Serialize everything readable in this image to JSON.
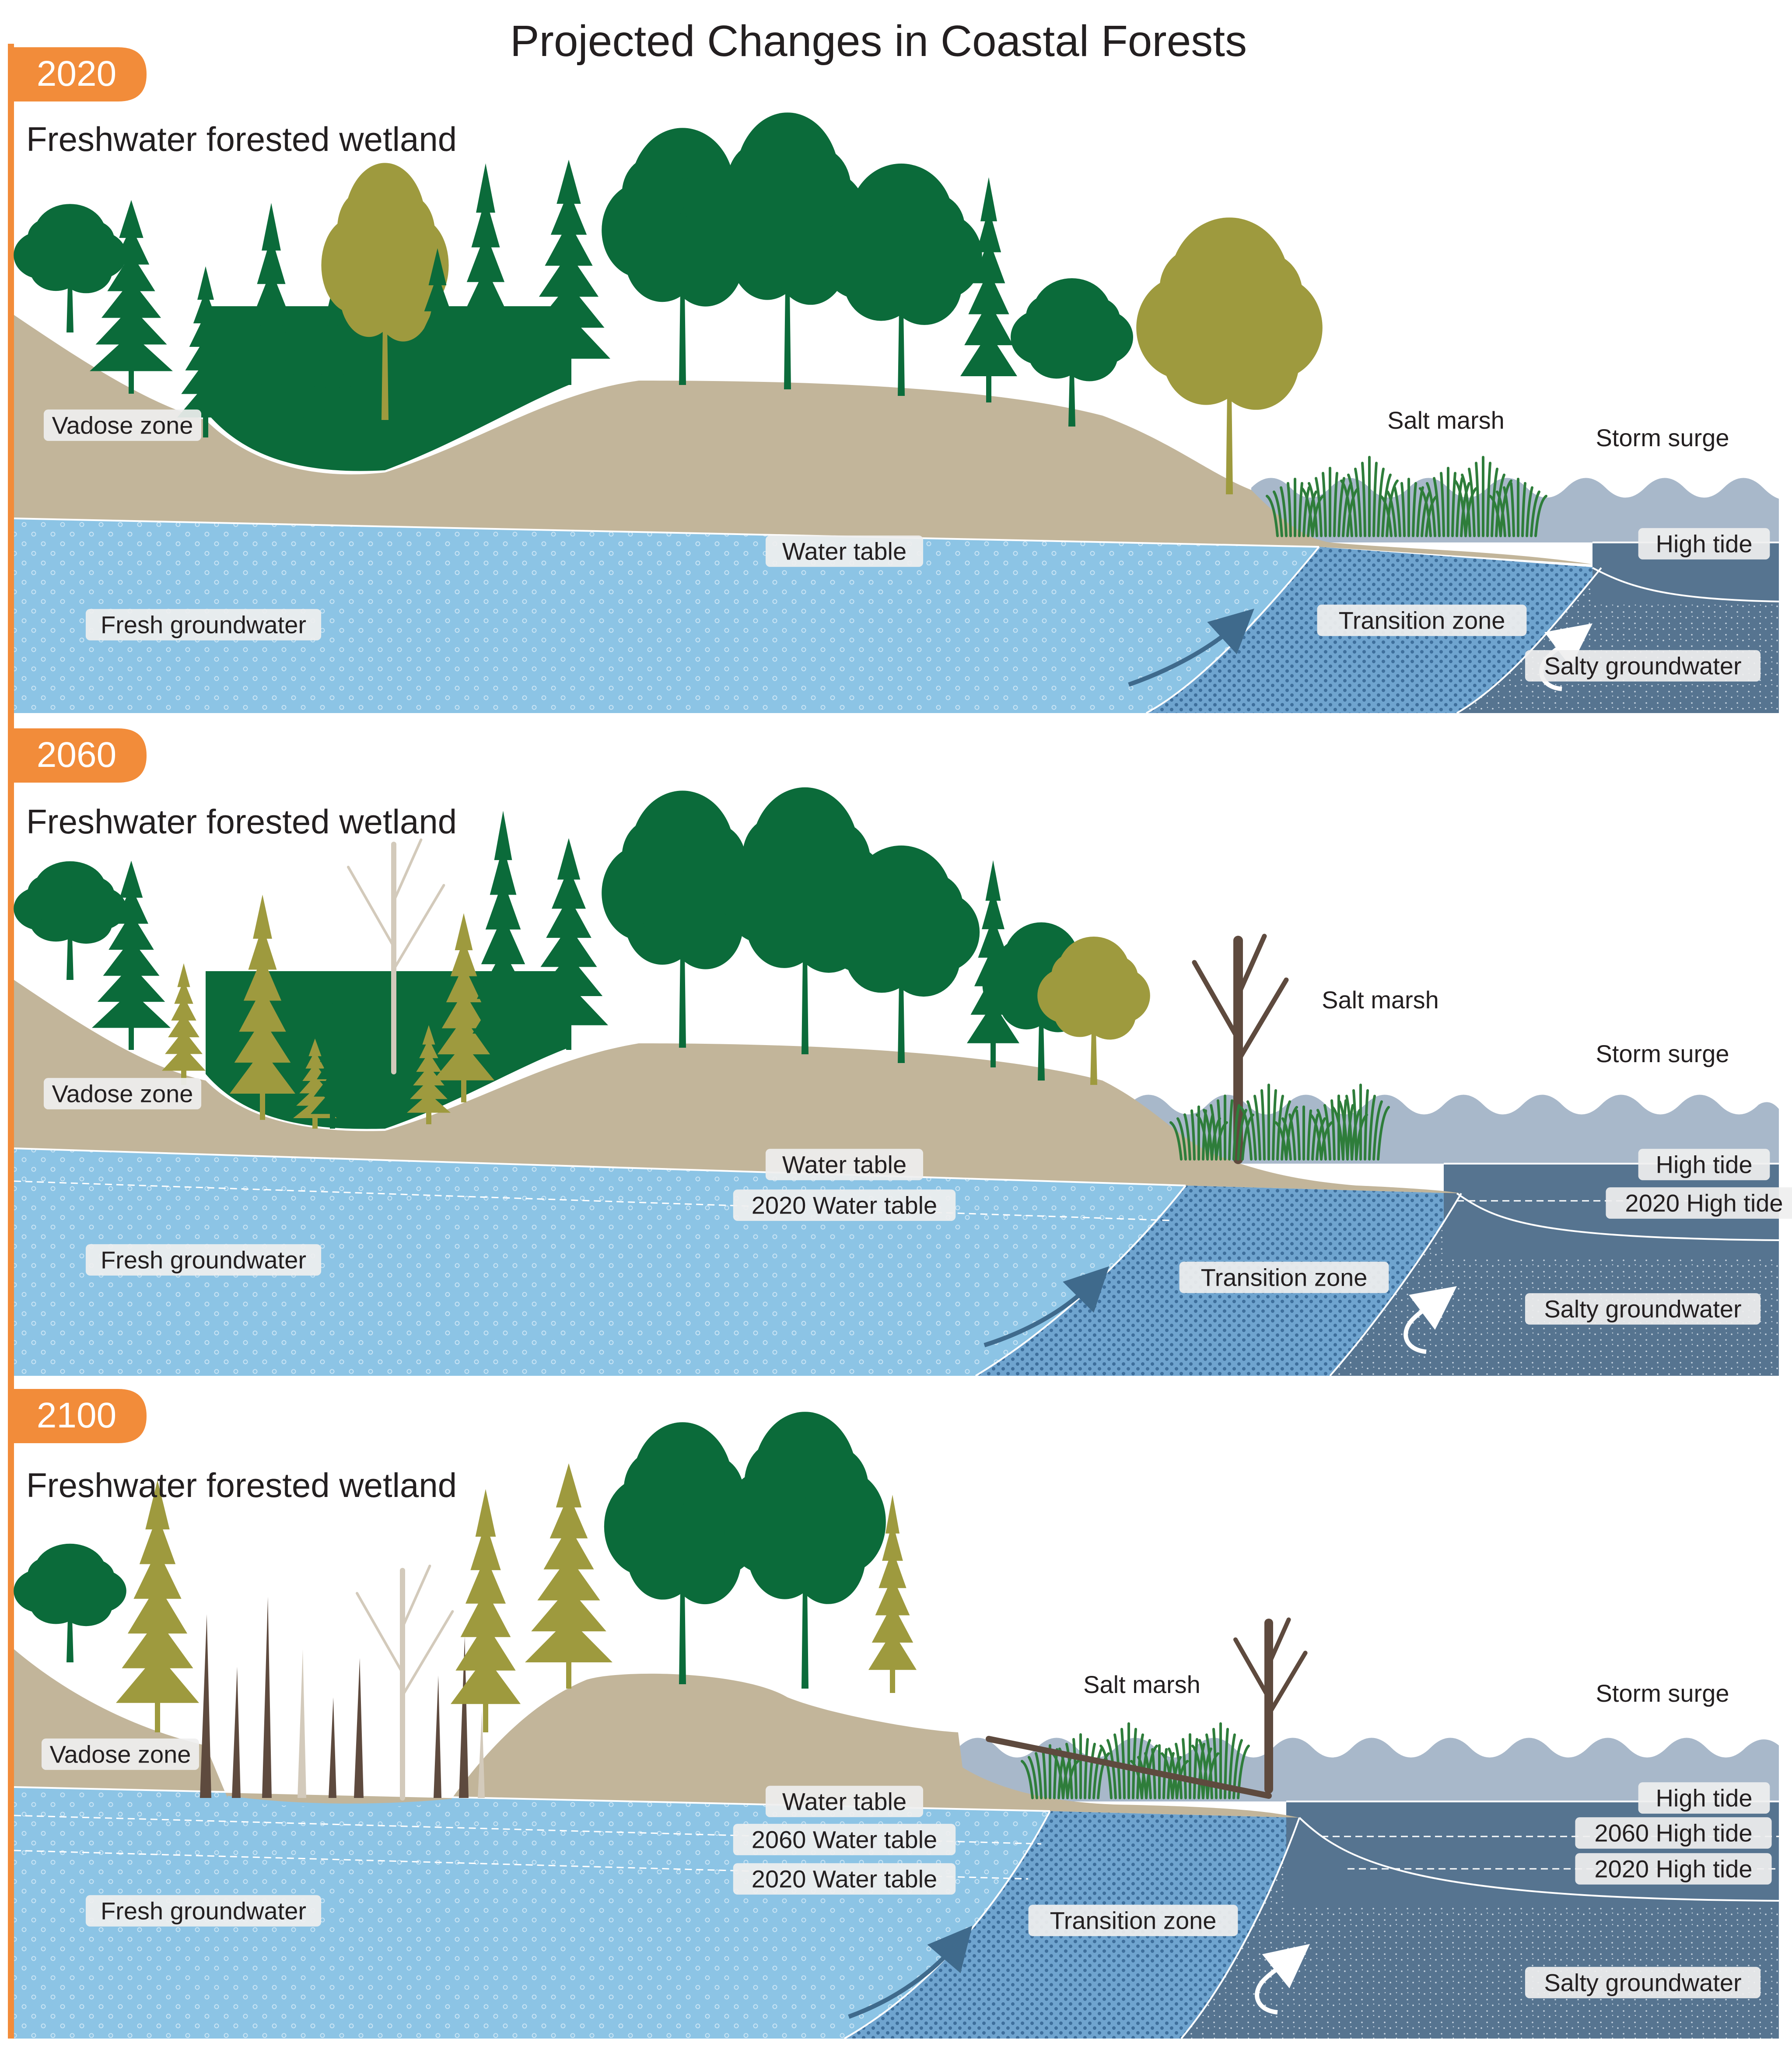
{
  "title": "Projected Changes in Coastal Forests",
  "colors": {
    "accent": "#F28C3A",
    "soil": "#C2B59A",
    "fresh_groundwater": "#8CC4E5",
    "transition_zone": "#6FA4CF",
    "salty_groundwater": "#567490",
    "surge": "#A8B8CA",
    "forest_green": "#0B6B3A",
    "olive_tree": "#9E9A3E",
    "dead_tree": "#5E4A3E",
    "pale_tree": "#D3CABB",
    "marsh_grass": "#2E7D3A",
    "label_bg": "#EFEFEF"
  },
  "panels": [
    {
      "year": "2020",
      "wetland_label": "Freshwater forested wetland",
      "vadose_label": "Vadose zone",
      "water_table_label": "Water table",
      "fresh_label": "Fresh groundwater",
      "transition_label": "Transition zone",
      "salty_label": "Salty groundwater",
      "marsh_label": "Salt marsh",
      "surge_label": "Storm surge",
      "high_tide_label": "High tide",
      "past_water_tables": [],
      "past_high_tides": []
    },
    {
      "year": "2060",
      "wetland_label": "Freshwater forested wetland",
      "vadose_label": "Vadose zone",
      "water_table_label": "Water table",
      "fresh_label": "Fresh groundwater",
      "transition_label": "Transition zone",
      "salty_label": "Salty groundwater",
      "marsh_label": "Salt marsh",
      "surge_label": "Storm surge",
      "high_tide_label": "High tide",
      "past_water_tables": [
        "2020 Water table"
      ],
      "past_high_tides": [
        "2020 High tide"
      ]
    },
    {
      "year": "2100",
      "wetland_label": "Freshwater forested wetland",
      "vadose_label": "Vadose zone",
      "water_table_label": "Water table",
      "fresh_label": "Fresh groundwater",
      "transition_label": "Transition zone",
      "salty_label": "Salty groundwater",
      "marsh_label": "Salt marsh",
      "surge_label": "Storm surge",
      "high_tide_label": "High tide",
      "past_water_tables": [
        "2060 Water table",
        "2020 Water table"
      ],
      "past_high_tides": [
        "2060 High tide",
        "2020 High tide"
      ]
    }
  ]
}
